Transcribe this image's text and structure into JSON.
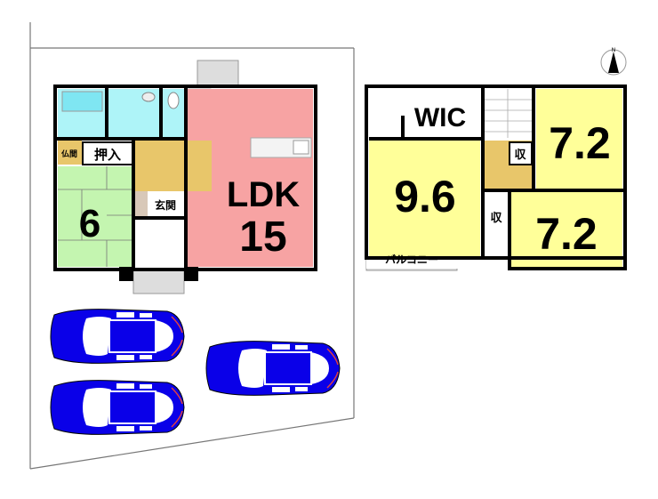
{
  "floor1": {
    "ldk": {
      "name": "LDK",
      "size": "15"
    },
    "washitsu": {
      "size": "6"
    },
    "oshiire": "押入",
    "butsuma": "仏間",
    "genkan": "玄関"
  },
  "floor2": {
    "wic": "WIC",
    "room_west": "9.6",
    "room_ne": "7.2",
    "room_se": "7.2",
    "storage_upper": "収",
    "storage_lower": "収",
    "balcony": "バルコニー"
  },
  "compass": {
    "label": "N"
  },
  "colors": {
    "ldk": "#f7a3a3",
    "washitsu": "#c4f5b0",
    "wet": "#aef4f8",
    "hall": "#e8c66a",
    "bedroom": "#ffff99",
    "car": "#0a00e8"
  }
}
